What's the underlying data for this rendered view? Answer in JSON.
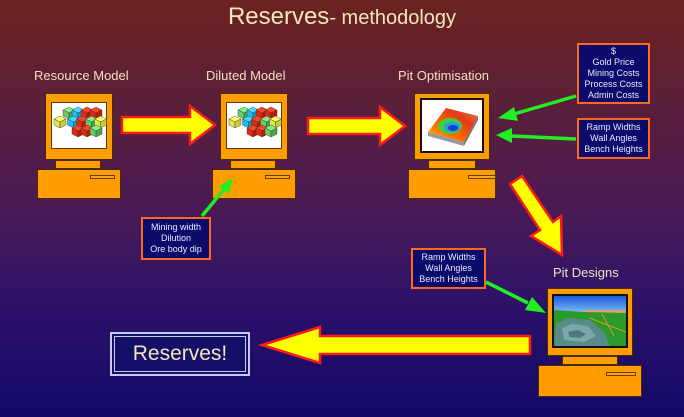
{
  "title": {
    "main": "Reserves",
    "sub": "- methodology"
  },
  "stages": {
    "resource_model": {
      "label": "Resource Model",
      "screen": "block-model-cubes-icon"
    },
    "diluted_model": {
      "label": "Diluted Model",
      "screen": "block-model-cubes-icon"
    },
    "pit_optimisation": {
      "label": "Pit Optimisation",
      "screen": "pit-shell-surface-plot"
    },
    "pit_designs": {
      "label": "Pit Designs",
      "screen": "3d-pit-render"
    }
  },
  "inputs": {
    "economic": [
      "$",
      "Gold Price",
      "Mining Costs",
      "Process Costs",
      "Admin Costs"
    ],
    "geotech_opt": [
      "Ramp Widths",
      "Wall Angles",
      "Bench Heights"
    ],
    "dilution": [
      "Mining width",
      "Dilution",
      "Ore body dip"
    ],
    "geotech_design": [
      "Ramp Widths",
      "Wall Angles",
      "Bench Heights"
    ]
  },
  "result": {
    "label": "Reserves!"
  },
  "colors": {
    "bg_top": "#6b2220",
    "bg_bottom": "#120868",
    "computer": "#ff9c00",
    "flow_arrow_fill": "#ffff00",
    "flow_arrow_outline": "#ff1a1a",
    "input_arrow": "#22ee22",
    "infobox_bg": "#0c0a6a",
    "infobox_border": "#ff6a1a",
    "text": "#f3e6b8"
  }
}
